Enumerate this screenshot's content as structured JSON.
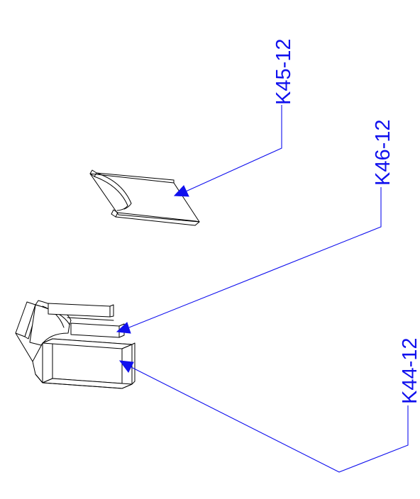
{
  "diagram": {
    "callouts": [
      {
        "id": "k45",
        "label": "K45-12"
      },
      {
        "id": "k46",
        "label": "K46-12"
      },
      {
        "id": "k44",
        "label": "K44-12"
      }
    ],
    "colors": {
      "leader": "#1010ee",
      "outline": "#000000",
      "background": "#ffffff"
    }
  }
}
